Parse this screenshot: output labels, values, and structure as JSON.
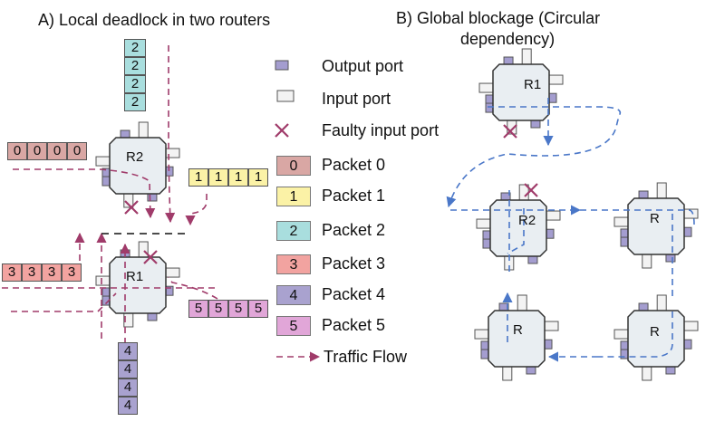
{
  "titles": {
    "left": "A) Local deadlock in two routers",
    "right_line1": "B) Global blockage (Circular",
    "right_line2": "dependency)"
  },
  "legend": {
    "output_port": "Output port",
    "input_port": "Input port",
    "faulty_input_port": "Faulty input port",
    "traffic_flow": "Traffic Flow",
    "packets": [
      {
        "id": "0",
        "label": "Packet 0",
        "color": "#d9a7a4"
      },
      {
        "id": "1",
        "label": "Packet 1",
        "color": "#fbf2a6"
      },
      {
        "id": "2",
        "label": "Packet 2",
        "color": "#a9dede"
      },
      {
        "id": "3",
        "label": "Packet 3",
        "color": "#f2a3a0"
      },
      {
        "id": "4",
        "label": "Packet 4",
        "color": "#a9a2cf"
      },
      {
        "id": "5",
        "label": "Packet 5",
        "color": "#e1a6d8"
      }
    ]
  },
  "packet_queues": {
    "p0": [
      "0",
      "0",
      "0",
      "0"
    ],
    "p1": [
      "1",
      "1",
      "1",
      "1"
    ],
    "p2": [
      "2",
      "2",
      "2",
      "2"
    ],
    "p3": [
      "3",
      "3",
      "3",
      "3"
    ],
    "p4": [
      "4",
      "4",
      "4",
      "4"
    ],
    "p5": [
      "5",
      "5",
      "5",
      "5"
    ]
  },
  "routers": {
    "a_r2": "R2",
    "a_r1": "R1",
    "b_r1": "R1",
    "b_r2": "R2",
    "b_r_top_right": "R",
    "b_r_bottom_left": "R",
    "b_r_bottom_right": "R"
  },
  "colors": {
    "output_port": "#a49dcf",
    "input_port": "#f3f3f3",
    "router_body": "#e9eef2",
    "faulty_mark": "#a03b6a",
    "traffic_flow": "#a03b6a",
    "global_flow": "#4a77c8"
  }
}
